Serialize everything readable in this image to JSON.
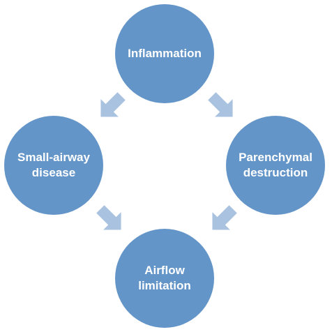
{
  "colors": {
    "node_fill": "#6495c8",
    "arrow_fill": "#a9c2e0",
    "label_text": "#ffffff",
    "background": "#ffffff"
  },
  "nodes": {
    "inflammation": {
      "label": "Inflammation"
    },
    "small_airway": {
      "label": "Small-airway\ndisease"
    },
    "parenchymal": {
      "label": "Parenchymal\ndestruction"
    },
    "airflow": {
      "label": "Airflow\nlimitation"
    }
  },
  "edges": [
    {
      "from": "Inflammation",
      "to": "Small-airway disease",
      "icon": "arrow-down-left-icon"
    },
    {
      "from": "Inflammation",
      "to": "Parenchymal destruction",
      "icon": "arrow-down-right-icon"
    },
    {
      "from": "Small-airway disease",
      "to": "Airflow limitation",
      "icon": "arrow-down-right-icon"
    },
    {
      "from": "Parenchymal destruction",
      "to": "Airflow limitation",
      "icon": "arrow-down-left-icon"
    }
  ]
}
